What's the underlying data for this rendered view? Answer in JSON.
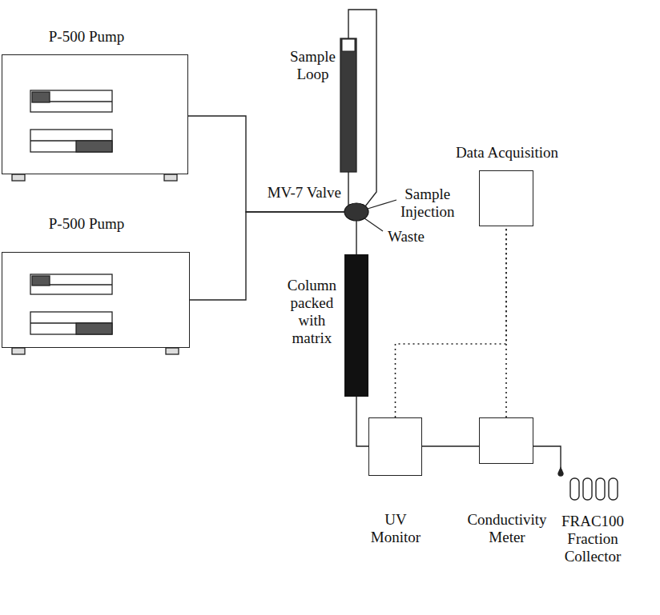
{
  "diagram": {
    "nodes": [
      {
        "text": [
          "P-500 Pump"
        ]
      },
      {
        "text": [
          "Sample Loop"
        ]
      },
      {
        "text": [
          "MV-7 Valve"
        ]
      },
      {
        "text": [
          "Data Acquisition"
        ]
      },
      {
        "text": [
          "P-500 Pump"
        ]
      },
      {
        "text": [
          "Column packed with matrix"
        ]
      },
      {
        "text": [
          "UV Monitor"
        ]
      },
      {
        "text": [
          "Conductivity Meter"
        ]
      },
      {
        "text": [
          "FRAC100 Fraction Collector"
        ]
      }
    ],
    "edges": [
      {
        "from": 0,
        "to": 2,
        "arrow": "none"
      },
      {
        "from": 4,
        "to": 2,
        "arrow": "none"
      },
      {
        "from": 2,
        "to": 1,
        "arrow": "none"
      },
      {
        "from": 2,
        "to": 1,
        "arrow": "none"
      },
      {
        "from": 2,
        "to": 5,
        "arrow": "none"
      },
      {
        "from": 5,
        "to": 6,
        "arrow": "none"
      },
      {
        "from": 6,
        "to": 7,
        "arrow": "none"
      },
      {
        "from": 7,
        "to": 8,
        "arrow": "none"
      },
      {
        "from": 6,
        "to": 3,
        "arrow": "none"
      },
      {
        "from": 7,
        "to": 3,
        "arrow": "none"
      }
    ],
    "labels": [
      "Sample Injection",
      "Waste"
    ]
  }
}
